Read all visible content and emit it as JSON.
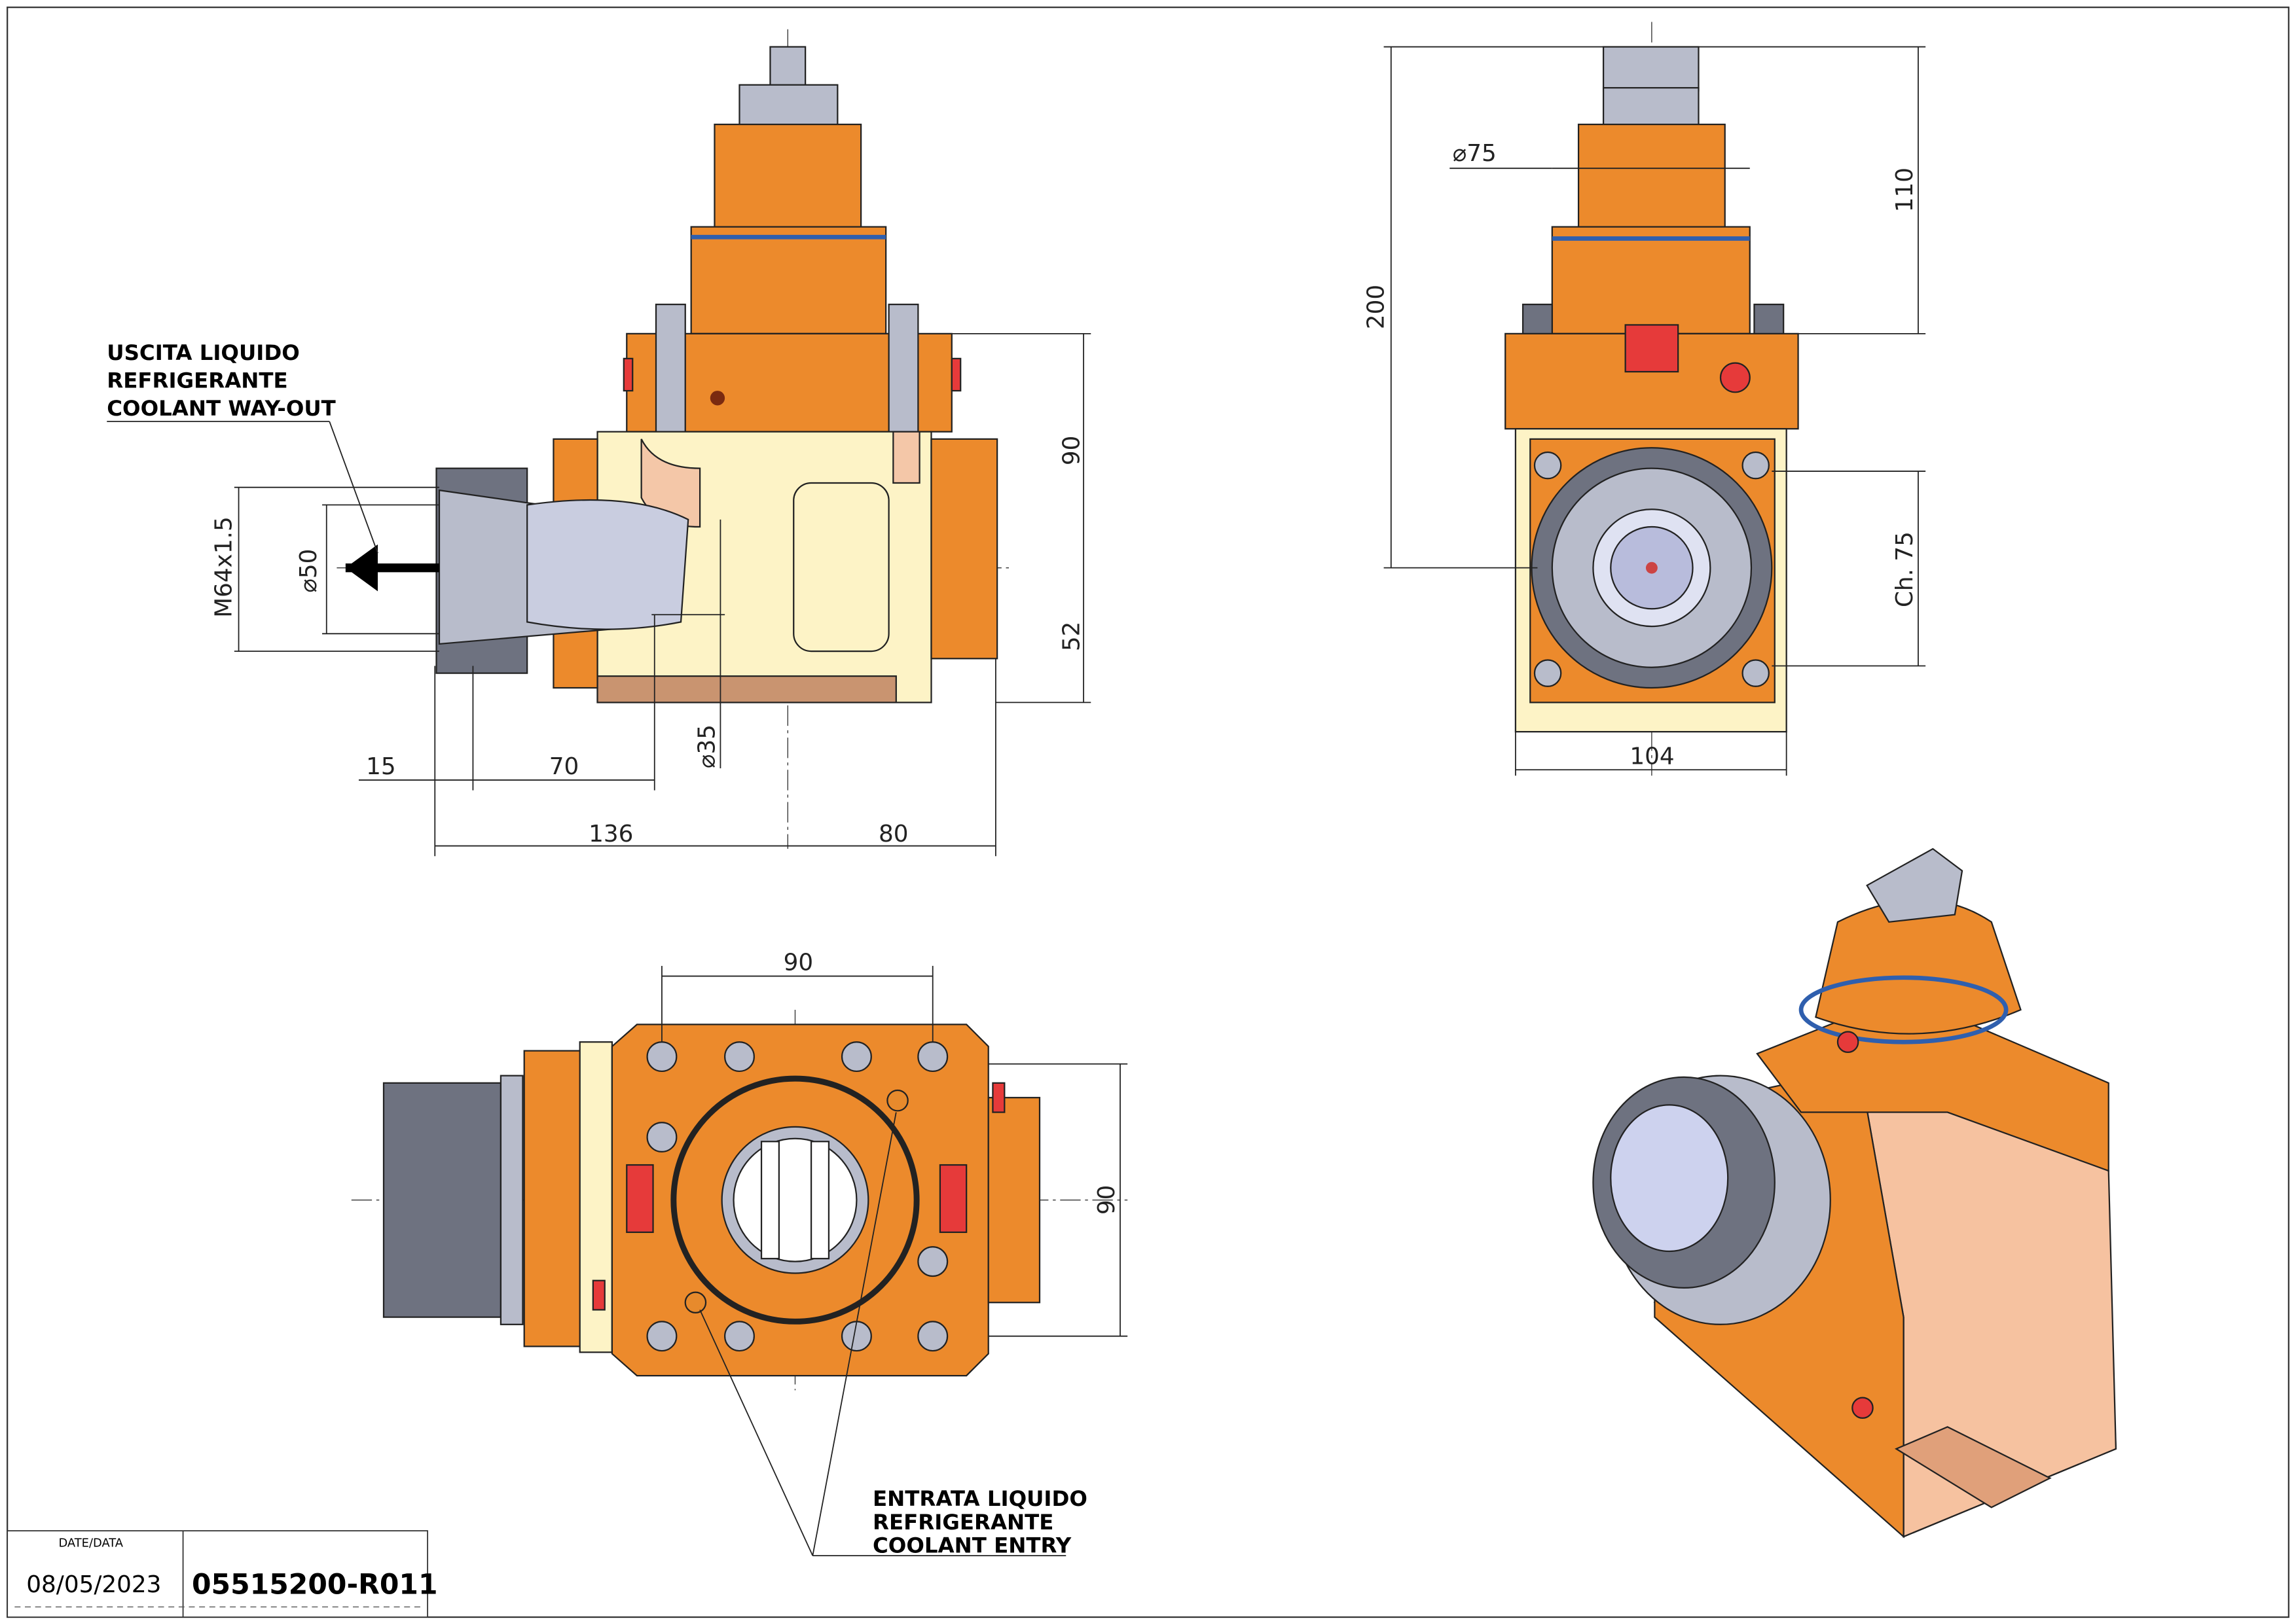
{
  "title_block": {
    "date_label": "DATE/DATA",
    "date": "08/05/2023",
    "part_number": "05515200-R011"
  },
  "notes": {
    "coolant_out": [
      "USCITA LIQUIDO",
      "REFRIGERANTE",
      "COOLANT WAY-OUT"
    ],
    "coolant_in": [
      "ENTRATA LIQUIDO",
      "REFRIGERANTE",
      "COOLANT ENTRY"
    ]
  },
  "front_view": {
    "dims": {
      "upper_height": "90",
      "lower_height": "52",
      "thread": "M64x1.5",
      "dia_50": "⌀50",
      "dia_35": "⌀35",
      "d15": "15",
      "d70": "70",
      "d136": "136",
      "d80": "80"
    }
  },
  "side_view": {
    "dims": {
      "dia_75": "⌀75",
      "total_height": "200",
      "top_height": "110",
      "hex": "Ch. 75",
      "width": "104"
    }
  },
  "bottom_view": {
    "dims": {
      "top_width": "90",
      "side_height": "90"
    }
  }
}
